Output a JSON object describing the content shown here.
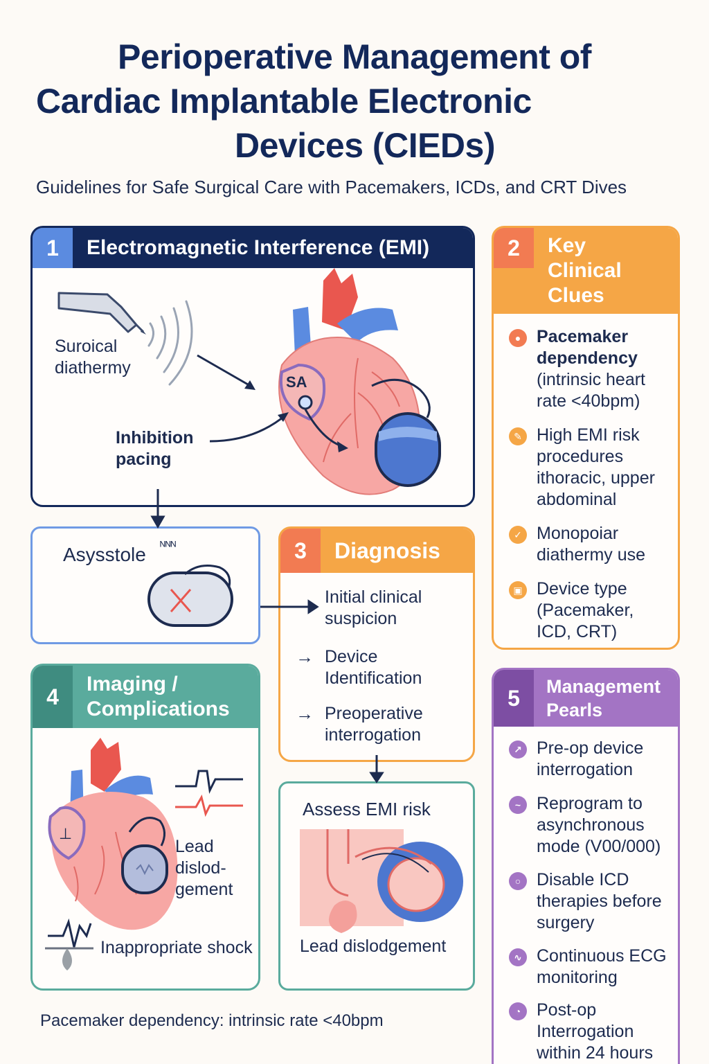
{
  "title": {
    "line1": "Perioperative Management of",
    "line2": "Cardiac Implantable Electronic",
    "line3": "Devices (CIEDs)"
  },
  "subtitle": "Guidelines for Safe Surgical Care with Pacemakers, ICDs, and CRT Dives",
  "colors": {
    "navy": "#13285a",
    "blue": "#5b8be0",
    "orange": "#f5a646",
    "orange_num": "#f27b52",
    "teal": "#5aab9d",
    "teal_dark": "#3f8c80",
    "purple": "#a374c4",
    "purple_dark": "#7d4ea3"
  },
  "panel1": {
    "num": "1",
    "title": "Electromagnetic Interference (EMI)",
    "diathermy_label": "Suroical diathermy",
    "inhibition_label": "Inhibition pacing",
    "sa_label": "SA"
  },
  "panel2": {
    "num": "2",
    "title": "Key Clinical Clues",
    "items": [
      {
        "icon": "person-icon",
        "bold": "Pacemaker dependency",
        "text": "(intrinsic heart rate <40bpm)"
      },
      {
        "icon": "pencil-icon",
        "bold": "",
        "text": "High EMI risk procedures ithoracic, upper abdominal"
      },
      {
        "icon": "check-icon",
        "bold": "",
        "text": "Monopoiar diathermy use"
      },
      {
        "icon": "device-icon",
        "bold": "",
        "text": "Device type (Pacemaker, ICD, CRT)"
      }
    ]
  },
  "asystole": {
    "label": "Asysstole",
    "marks": "ᴺᴺᴺ"
  },
  "panel3": {
    "num": "3",
    "title": "Diagnosis",
    "items": [
      "Initial clinical suspicion",
      "Device Identification",
      "Preoperative interrogation"
    ],
    "arrow": "→"
  },
  "panel4": {
    "num": "4",
    "title": "Imaging / Complications",
    "lead_label": "Lead dislod-gement",
    "shock_label": "Inappropriate shock"
  },
  "assess": {
    "title": "Assess EMI risk",
    "bottom_label": "Lead dislodgement"
  },
  "panel5": {
    "num": "5",
    "title": "Management Pearls",
    "items": [
      {
        "icon": "arrow-up-icon",
        "text": "Pre-op device interrogation"
      },
      {
        "icon": "wave-icon",
        "text": "Reprogram to asynchronous mode (V00/000)"
      },
      {
        "icon": "ring-icon",
        "text": "Disable ICD therapies before surgery"
      },
      {
        "icon": "ecg-icon",
        "text": "Continuous ECG monitoring"
      },
      {
        "icon": "clock-icon",
        "text": "Post-op Interrogation within 24 hours"
      }
    ]
  },
  "footer": "Pacemaker dependency: intrinsic rate <40bpm"
}
